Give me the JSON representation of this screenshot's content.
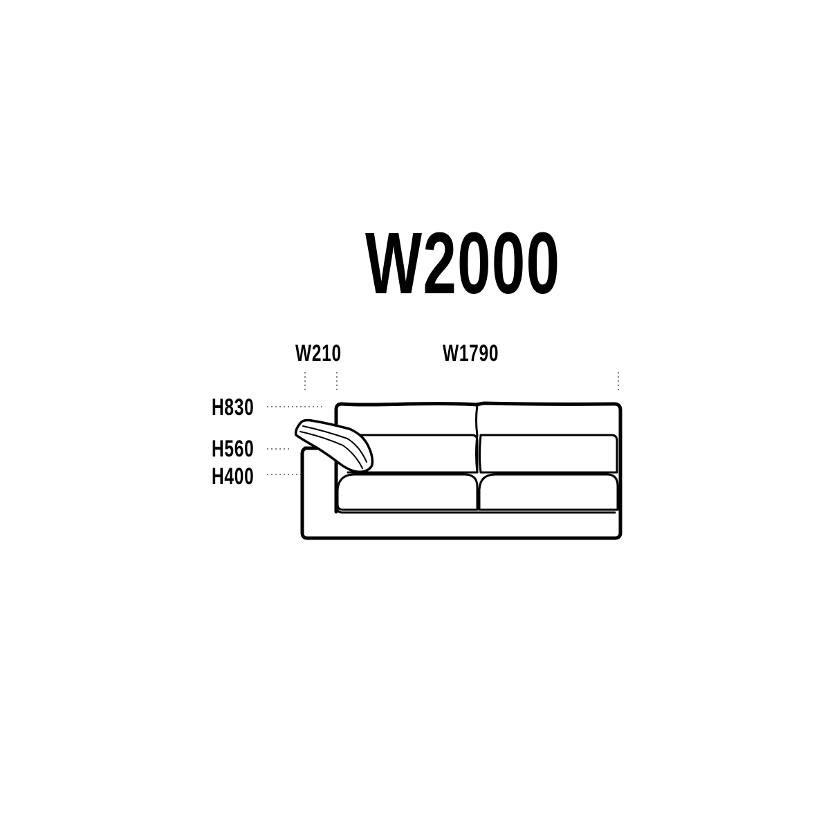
{
  "title": "W2000",
  "width_labels": {
    "arm": "W210",
    "seat": "W1790"
  },
  "height_labels": {
    "back": "H830",
    "arm": "H560",
    "seat": "H400"
  },
  "colors": {
    "line": "#000000",
    "dotted": "#555555",
    "background": "#ffffff"
  }
}
